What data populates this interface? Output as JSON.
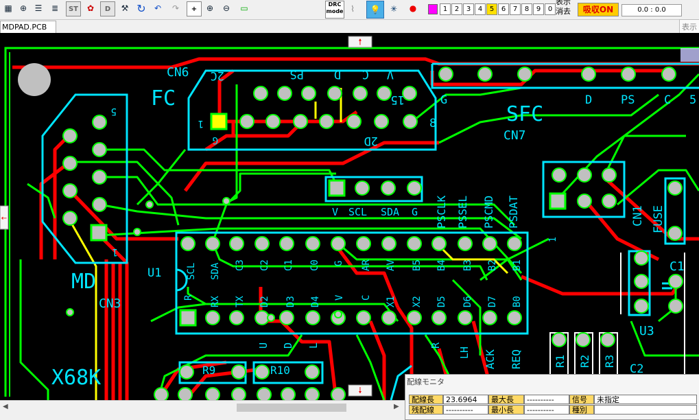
{
  "toolbar": {
    "drc_label_1": "DRC",
    "drc_label_2": "mode",
    "layers": [
      "1",
      "2",
      "3",
      "4",
      "5",
      "6",
      "7",
      "8",
      "9",
      "0"
    ],
    "selected_layer": "5",
    "display_label": "表示",
    "erase_label": "消去",
    "absorb_label": "吸収ON",
    "coord": "0.0 : 0.0",
    "icon_names": [
      "grid-icon",
      "origin-icon",
      "layers-icon",
      "stack-icon",
      "st-icon",
      "palette-icon",
      "d-icon",
      "tool-icon",
      "redraw-icon",
      "undo-icon",
      "redo-icon",
      "add-icon",
      "zoom-in-icon",
      "zoom-out-icon",
      "zoom-fit-icon"
    ]
  },
  "tab": {
    "filename": "MDPAD.PCB"
  },
  "side_panel": {
    "label": "表示"
  },
  "pcb": {
    "labels": [
      "CN6",
      "FC",
      "2C",
      "D",
      "PS",
      "V",
      "C",
      "15",
      "1",
      "G",
      "8",
      "2D",
      "G",
      "D",
      "PS",
      "C",
      "5",
      "SFC",
      "CN7",
      "V",
      "SCL",
      "SDA",
      "G",
      "PSCLK",
      "PSSEL",
      "PSCMD",
      "PSDAT",
      "CN1",
      "FUSE",
      "5",
      "1",
      "MD",
      "CN3",
      "U1",
      "SCL",
      "SDA",
      "C3",
      "C2",
      "C1",
      "C0",
      "G",
      "AR",
      "AV",
      "B5",
      "B4",
      "B3",
      "B2",
      "B1",
      "R",
      "RX",
      "TX",
      "D2",
      "D3",
      "D4",
      "V",
      "C",
      "X1",
      "X2",
      "D5",
      "D6",
      "D7",
      "B0",
      "U",
      "D",
      "L",
      "R",
      "LH",
      "ACK",
      "REQ",
      "C1",
      "U3",
      "R1",
      "R2",
      "R3",
      "C2",
      "X68K",
      "R9",
      "R10",
      "1"
    ]
  },
  "monitor": {
    "title": "配線モニタ",
    "rows": [
      {
        "l1": "配線長",
        "v1": "23.6964",
        "l2": "最大長",
        "v2": "----------",
        "l3": "信号",
        "v3": "未指定"
      },
      {
        "l1": "残配線",
        "v1": "----------",
        "l2": "最小長",
        "v2": "----------",
        "l3": "種別",
        "v3": ""
      }
    ]
  },
  "colors": {
    "board_bg": "#000000",
    "top_trace": "#ff0000",
    "bottom_trace": "#00ff00",
    "silk": "#00e5ff",
    "pad": "#c0c0c0",
    "highlight": "#ffff00"
  }
}
